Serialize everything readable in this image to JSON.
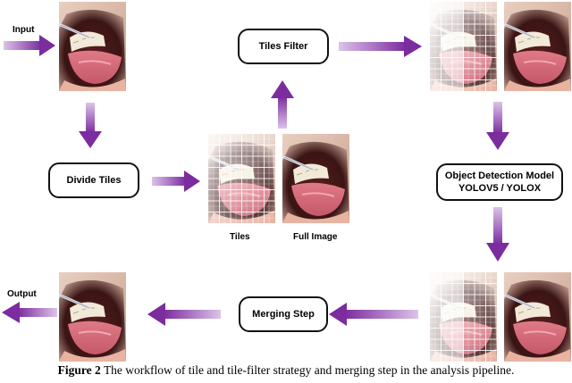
{
  "labels": {
    "input": "Input",
    "output": "Output",
    "tiles": "Tiles",
    "full_image": "Full Image"
  },
  "nodes": {
    "divide_tiles": "Divide Tiles",
    "tiles_filter": "Tiles Filter",
    "object_detection_line1": "Object Detection Model",
    "object_detection_line2": "YOLOV5 / YOLOX",
    "merging_step": "Merging Step"
  },
  "caption": {
    "figure_label": "Figure 2",
    "text": "The workflow of tile and tile-filter strategy and merging step in the analysis pipeline."
  },
  "colors": {
    "arrow": "#7b2c9f",
    "arrow_light": "#c9a6dc"
  }
}
